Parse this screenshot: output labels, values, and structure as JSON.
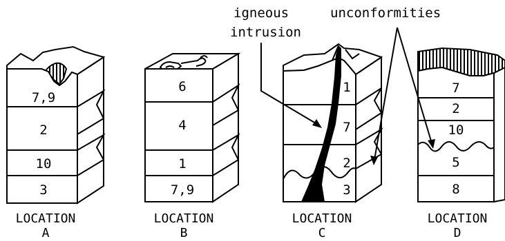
{
  "annotations": {
    "igneous_line1": "igneous",
    "igneous_line2": "intrusion",
    "unconformities": "unconformities"
  },
  "locations": [
    {
      "caption_top": "LOCATION",
      "caption_bottom": "A",
      "layers": [
        "7,9",
        "2",
        "10",
        "3"
      ]
    },
    {
      "caption_top": "LOCATION",
      "caption_bottom": "B",
      "layers": [
        "6",
        "4",
        "1",
        "7,9"
      ]
    },
    {
      "caption_top": "LOCATION",
      "caption_bottom": "C",
      "layers": [
        "1",
        "7",
        "2",
        "3"
      ]
    },
    {
      "caption_top": "LOCATION",
      "caption_bottom": "D",
      "layers": [
        "7",
        "2",
        "10",
        "5",
        "8"
      ]
    }
  ]
}
